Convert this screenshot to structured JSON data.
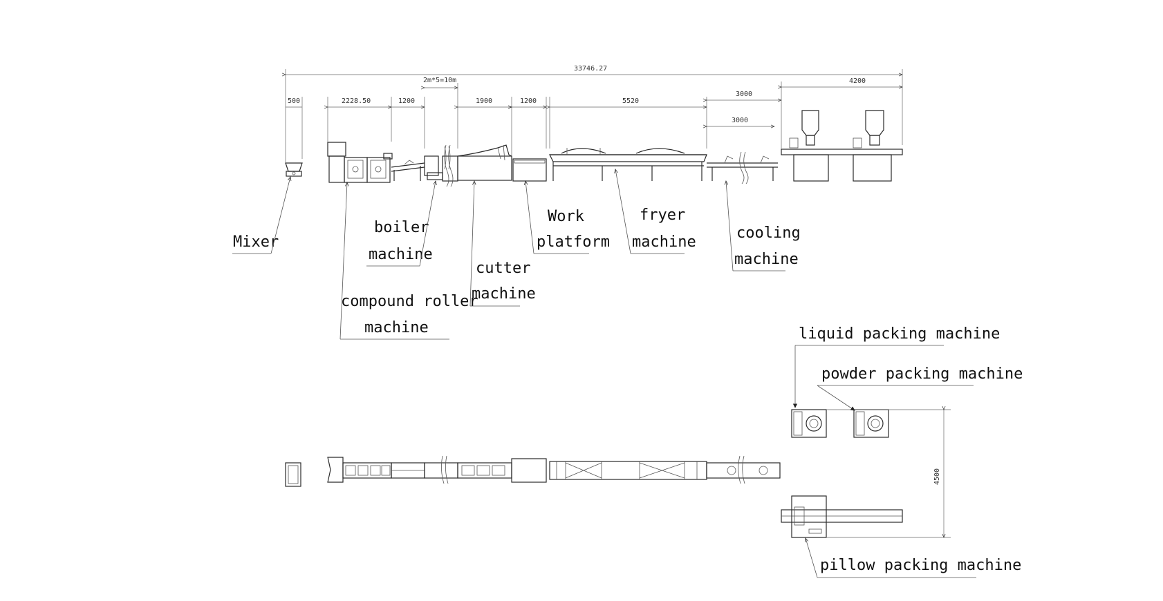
{
  "dimensions": {
    "total": "33746.27",
    "mixer": "500",
    "compound_roller": "2228.50",
    "gap1": "1200",
    "boiler": "2m*5=10m",
    "cutter": "1900",
    "work_platform": "1200",
    "fryer": "5520",
    "cooling_top": "3000",
    "cooling_bottom": "3000",
    "packers": "4200",
    "vertical": "4500"
  },
  "labels": {
    "mixer": "Mixer",
    "boiler_1": "boiler",
    "boiler_2": "machine",
    "compound_1": "compound roller",
    "compound_2": "machine",
    "cutter_1": "cutter",
    "cutter_2": "machine",
    "work_1": "Work",
    "work_2": "platform",
    "fryer_1": "fryer",
    "fryer_2": "machine",
    "cooling_1": "cooling",
    "cooling_2": "machine",
    "liquid": "liquid packing machine",
    "powder": "powder packing machine",
    "pillow": "pillow packing machine"
  }
}
